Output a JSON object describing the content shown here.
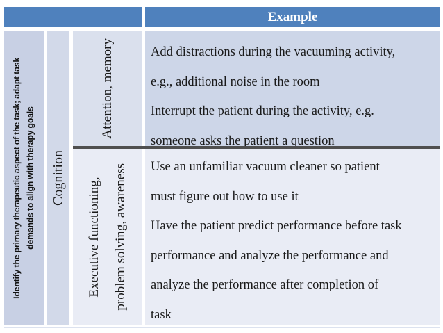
{
  "colors": {
    "header_blue": "#4f81bd",
    "goal_column_bg": "#c8d0e4",
    "category_column_bg": "#d2d9e9",
    "subcategory_row1_bg": "#dae0ed",
    "example_row1_bg": "#cdd6e8",
    "row2_bg": "#e9ecf5",
    "row_divider": "#4f4f4f",
    "header_text": "#ffffff",
    "body_text": "#1a1a1a"
  },
  "table": {
    "header": {
      "example": "Example"
    },
    "goal_column": {
      "lines": [
        "Identify the primary therapeutic aspect of the task; adapt task",
        "demands to align with therapy goals"
      ]
    },
    "category_column": {
      "label": "Cognition"
    },
    "rows": [
      {
        "subcategory_lines": [
          "Attention, memory"
        ],
        "example_lines": [
          "Add distractions during the vacuuming activity,",
          "e.g., additional noise in the room",
          "Interrupt the patient during the activity, e.g.",
          "someone asks the patient a question"
        ]
      },
      {
        "subcategory_lines": [
          "Executive functioning,",
          "problem solving, awareness"
        ],
        "example_lines": [
          "Use an unfamiliar vacuum cleaner so patient",
          "must figure out how to use it",
          "Have the patient predict performance before task",
          "performance and analyze the performance and",
          "analyze the performance after completion of",
          "task"
        ]
      }
    ]
  }
}
